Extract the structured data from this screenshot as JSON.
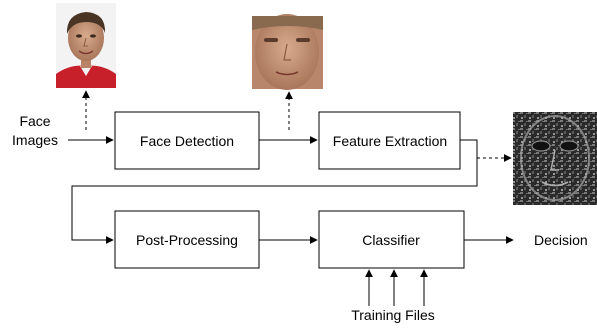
{
  "diagram": {
    "input_label_line1": "Face",
    "input_label_line2": "Images",
    "blocks": {
      "face_detection": "Face Detection",
      "feature_extraction": "Feature Extraction",
      "post_processing": "Post-Processing",
      "classifier": "Classifier"
    },
    "output_label": "Decision",
    "training_label": "Training Files"
  },
  "images": {
    "input_face_photo": "face-photo-icon",
    "detected_face_crop": "cropped-face-icon",
    "feature_map": "feature-texture-icon"
  },
  "colors": {
    "background": "#ffffff",
    "stroke": "#000000",
    "skin": "#c9997c",
    "hair": "#4a3524",
    "shirt": "#c8202a",
    "feature_dark": "#1c1c1c",
    "feature_light": "#9a9a9a"
  }
}
